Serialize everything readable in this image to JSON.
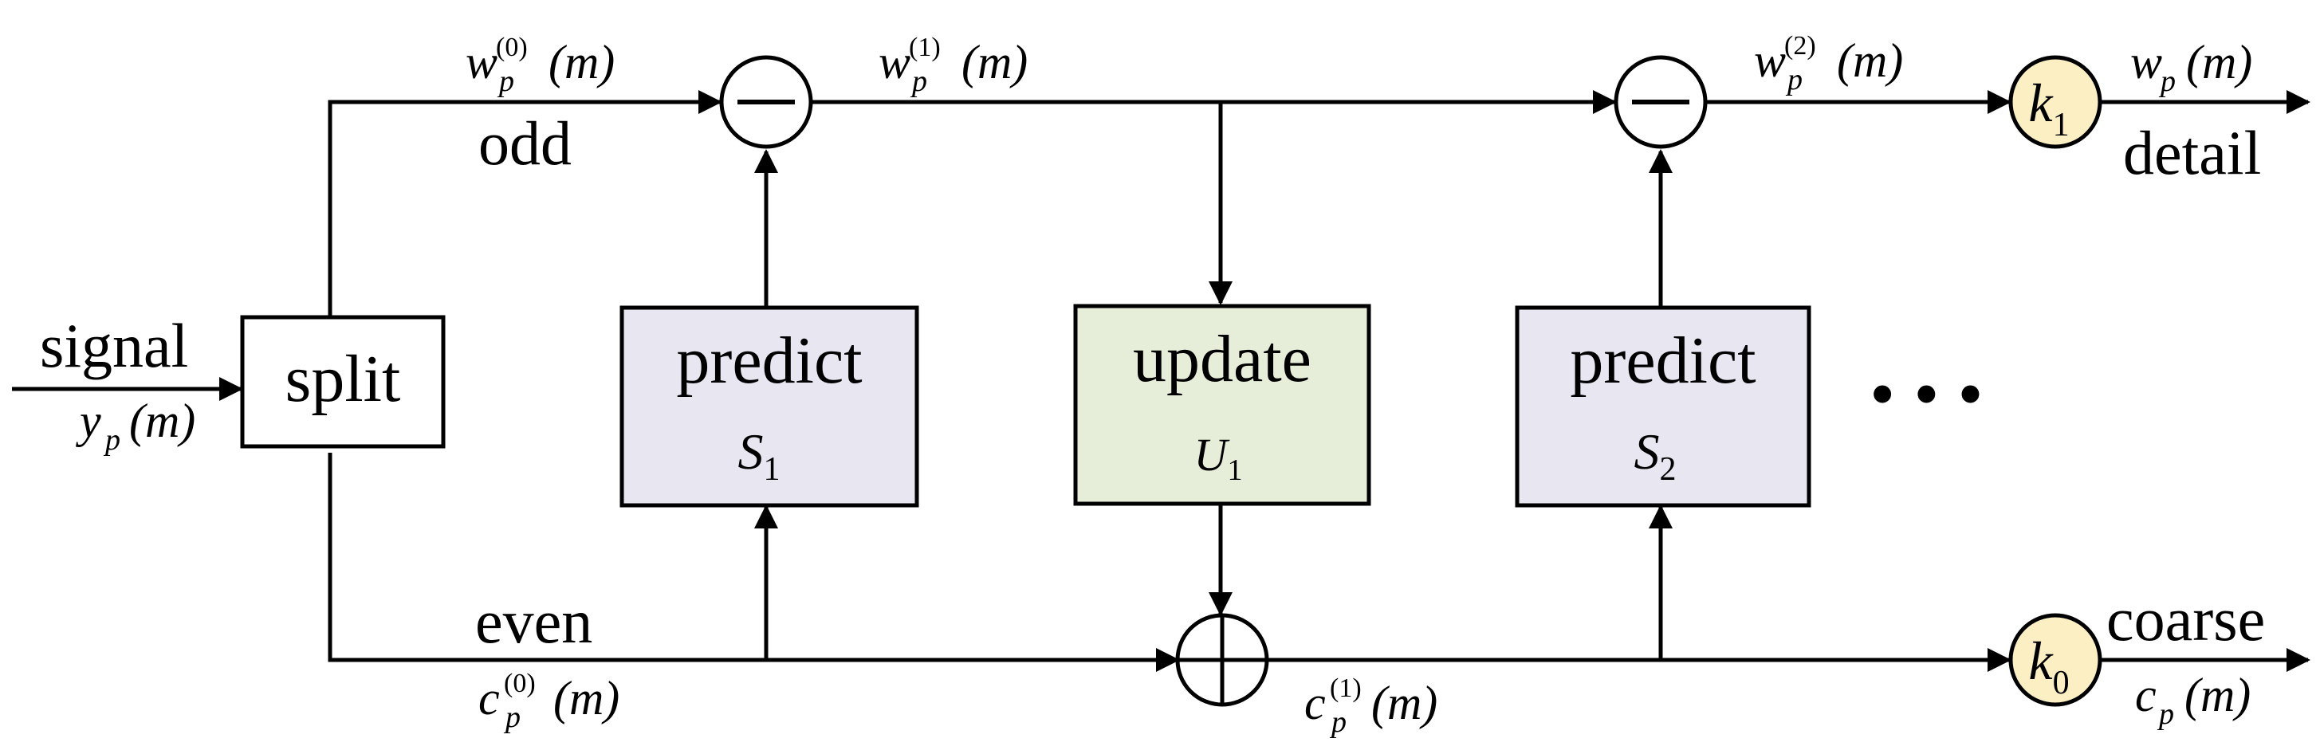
{
  "colors": {
    "line": "#000000",
    "predict_fill": "#E8E6F1",
    "update_fill": "#E6EED9",
    "gain_fill": "#FCEFC4",
    "background": "#FFFFFF"
  },
  "labels": {
    "signal": "signal",
    "split": "split",
    "odd": "odd",
    "even": "even",
    "detail": "detail",
    "coarse": "coarse",
    "ellipsis": "• • •"
  },
  "blocks": {
    "predict1": {
      "title": "predict",
      "sym": "S",
      "sub": "1"
    },
    "update1": {
      "title": "update",
      "sym": "U",
      "sub": "1"
    },
    "predict2": {
      "title": "predict",
      "sym": "S",
      "sub": "2"
    }
  },
  "gains": {
    "k1": {
      "sym": "k",
      "sub": "1"
    },
    "k0": {
      "sym": "k",
      "sub": "0"
    }
  },
  "ops": {
    "subtract": "−",
    "add": "+"
  },
  "math": {
    "y_in": {
      "base": "y",
      "sub": "p",
      "sup": "",
      "arg": "(m)"
    },
    "w0": {
      "base": "w",
      "sub": "p",
      "sup": "(0)",
      "arg": "(m)"
    },
    "w1": {
      "base": "w",
      "sub": "p",
      "sup": "(1)",
      "arg": "(m)"
    },
    "w2": {
      "base": "w",
      "sub": "p",
      "sup": "(2)",
      "arg": "(m)"
    },
    "w_out": {
      "base": "w",
      "sub": "p",
      "sup": "",
      "arg": "(m)"
    },
    "c0": {
      "base": "c",
      "sub": "p",
      "sup": "(0)",
      "arg": "(m)"
    },
    "c1": {
      "base": "c",
      "sub": "p",
      "sup": "(1)",
      "arg": "(m)"
    },
    "c_out": {
      "base": "c",
      "sub": "p",
      "sup": "",
      "arg": "(m)"
    }
  }
}
